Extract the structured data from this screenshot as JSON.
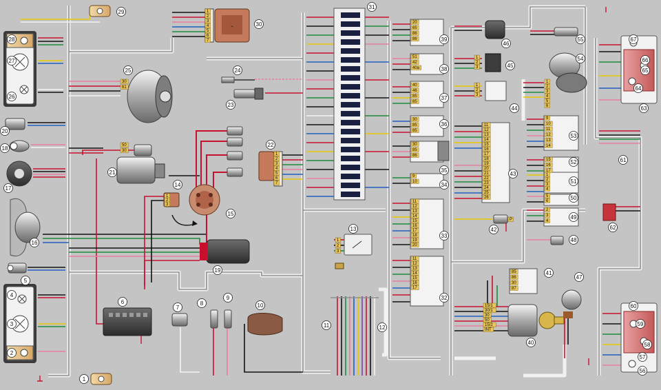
{
  "diagram": {
    "components": [
      {
        "id": "1"
      },
      {
        "id": "2"
      },
      {
        "id": "3"
      },
      {
        "id": "4"
      },
      {
        "id": "5"
      },
      {
        "id": "6"
      },
      {
        "id": "7"
      },
      {
        "id": "8"
      },
      {
        "id": "9"
      },
      {
        "id": "10"
      },
      {
        "id": "11"
      },
      {
        "id": "12"
      },
      {
        "id": "13"
      },
      {
        "id": "14"
      },
      {
        "id": "15"
      },
      {
        "id": "16"
      },
      {
        "id": "17"
      },
      {
        "id": "18"
      },
      {
        "id": "19"
      },
      {
        "id": "20"
      },
      {
        "id": "21"
      },
      {
        "id": "22"
      },
      {
        "id": "23"
      },
      {
        "id": "24"
      },
      {
        "id": "25"
      },
      {
        "id": "26"
      },
      {
        "id": "27"
      },
      {
        "id": "28"
      },
      {
        "id": "29"
      },
      {
        "id": "30"
      },
      {
        "id": "31"
      },
      {
        "id": "32"
      },
      {
        "id": "33"
      },
      {
        "id": "34"
      },
      {
        "id": "35"
      },
      {
        "id": "36"
      },
      {
        "id": "37"
      },
      {
        "id": "38"
      },
      {
        "id": "39"
      },
      {
        "id": "40"
      },
      {
        "id": "41"
      },
      {
        "id": "42"
      },
      {
        "id": "43"
      },
      {
        "id": "44"
      },
      {
        "id": "45"
      },
      {
        "id": "46"
      },
      {
        "id": "47"
      },
      {
        "id": "48"
      },
      {
        "id": "49"
      },
      {
        "id": "50"
      },
      {
        "id": "51"
      },
      {
        "id": "52"
      },
      {
        "id": "53"
      },
      {
        "id": "54"
      },
      {
        "id": "55"
      },
      {
        "id": "56"
      },
      {
        "id": "57"
      },
      {
        "id": "58"
      },
      {
        "id": "59"
      },
      {
        "id": "60"
      },
      {
        "id": "61"
      },
      {
        "id": "62"
      },
      {
        "id": "63"
      },
      {
        "id": "64"
      },
      {
        "id": "65"
      },
      {
        "id": "66"
      },
      {
        "id": "67"
      }
    ],
    "pins": {
      "switch_39": [
        "20",
        "65",
        "86",
        "86"
      ],
      "switch_38": [
        "51",
        "42",
        "40a"
      ],
      "switch_37": [
        "40",
        "46",
        "85",
        "85"
      ],
      "switch_36": [
        "30",
        "85",
        "85"
      ],
      "relay_35": [
        "30",
        "85",
        "86"
      ],
      "switch_34": [
        "9",
        "10"
      ],
      "switch_33": [
        "11",
        "12",
        "13",
        "14",
        "15",
        "16",
        "17",
        "18",
        "19",
        "20"
      ],
      "switch_32": [
        "11",
        "12",
        "13",
        "14",
        "15",
        "16",
        "17"
      ],
      "block_43": [
        "11",
        "12",
        "13",
        "14",
        "15",
        "16",
        "17",
        "18",
        "19",
        "20",
        "21",
        "22",
        "23",
        "24",
        "25",
        "26"
      ],
      "switch_53": [
        "9",
        "10",
        "11",
        "12",
        "13",
        "14"
      ],
      "switch_52": [
        "15",
        "16",
        "17"
      ],
      "switch_51": [
        "1",
        "2",
        "3",
        "4"
      ],
      "switch_50": [
        "5",
        "6"
      ],
      "switch_49": [
        "2",
        "3",
        "4"
      ],
      "relay_41": [
        "85",
        "86",
        "30",
        "87"
      ],
      "ignition_40": [
        "15/1",
        "30/1",
        "30",
        "50",
        "15/2",
        "INT"
      ],
      "block_30": [
        "1",
        "2",
        "3",
        "4",
        "5",
        "6",
        "7"
      ],
      "block_22": [
        "1",
        "2",
        "3",
        "4",
        "5",
        "6",
        "7"
      ],
      "connector_14": [
        "1",
        "2",
        "3"
      ],
      "connector_13": [
        "1",
        "2",
        "3"
      ],
      "connector_45": [
        "1",
        "2",
        "3"
      ],
      "connector_44": [
        "1",
        "2",
        "3"
      ],
      "connector_54": [
        "1",
        "2",
        "3",
        "4",
        "5",
        "6"
      ],
      "gen_25": [
        "30",
        "61"
      ],
      "starter_21": [
        "50",
        "30"
      ],
      "label_42": [
        "P"
      ]
    },
    "colors": {
      "red": "#c8102e",
      "black": "#111111",
      "blue": "#1e5fbf",
      "green": "#1c8a3a",
      "brown": "#7a4a1c",
      "yellow": "#e8c800",
      "white": "#f4f4f4",
      "pink": "#e87fa0",
      "violet": "#7b3fa6",
      "gray": "#8d8d8d",
      "orange": "#e06a1a"
    }
  }
}
